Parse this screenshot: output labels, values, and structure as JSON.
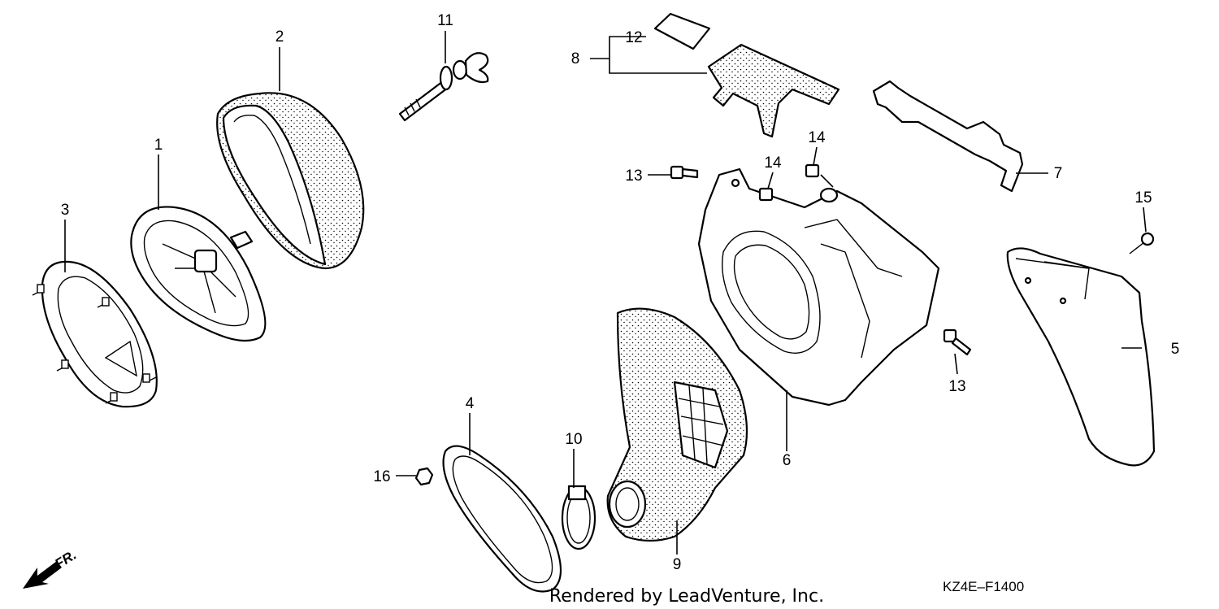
{
  "diagram": {
    "callouts": [
      {
        "id": "c1",
        "label": "1"
      },
      {
        "id": "c2",
        "label": "2"
      },
      {
        "id": "c3",
        "label": "3"
      },
      {
        "id": "c4",
        "label": "4"
      },
      {
        "id": "c5",
        "label": "5"
      },
      {
        "id": "c6",
        "label": "6"
      },
      {
        "id": "c7",
        "label": "7"
      },
      {
        "id": "c8",
        "label": "8"
      },
      {
        "id": "c9",
        "label": "9"
      },
      {
        "id": "c10",
        "label": "10"
      },
      {
        "id": "c11",
        "label": "11"
      },
      {
        "id": "c12",
        "label": "12"
      },
      {
        "id": "c13a",
        "label": "13"
      },
      {
        "id": "c13b",
        "label": "13"
      },
      {
        "id": "c14a",
        "label": "14"
      },
      {
        "id": "c14b",
        "label": "14"
      },
      {
        "id": "c15",
        "label": "15"
      },
      {
        "id": "c16",
        "label": "16"
      }
    ],
    "direction_label": "FR.",
    "diagram_code": "KZ4E–F1400",
    "credit": "Rendered by LeadVenture, Inc."
  },
  "colors": {
    "line": "#000000",
    "background": "#ffffff"
  }
}
